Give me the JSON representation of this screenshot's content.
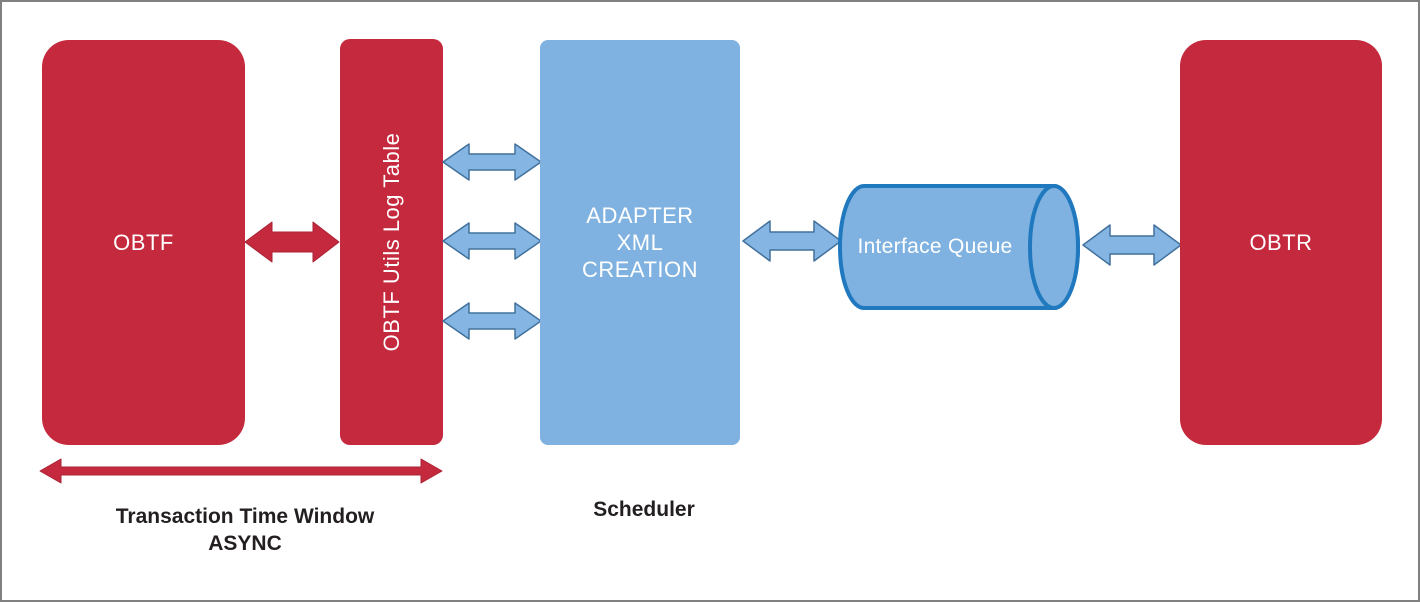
{
  "diagram": {
    "nodes": {
      "obtf": {
        "label": "OBTF"
      },
      "utils_log": {
        "label": "OBTF Utils Log Table"
      },
      "adapter": {
        "line1": "ADAPTER",
        "line2": "XML",
        "line3": "CREATION"
      },
      "interface_queue": {
        "label": "Interface Queue"
      },
      "obtr": {
        "label": "OBTR"
      }
    },
    "captions": {
      "transaction_window_line1": "Transaction Time Window",
      "transaction_window_line2": "ASYNC",
      "scheduler": "Scheduler"
    },
    "colors": {
      "node_red": "#C5293D",
      "node_blue": "#7FB2E0",
      "arrow_blue_fill": "#85B6E3",
      "arrow_blue_stroke": "#41719C",
      "arrow_red_fill": "#C5293D",
      "arrow_red_stroke": "#A92335",
      "cylinder_fill": "#7FB2E0",
      "cylinder_stroke": "#2079BE",
      "label_text": "#FFFFFF",
      "caption_text": "#231F20",
      "canvas_border": "#808080"
    }
  }
}
